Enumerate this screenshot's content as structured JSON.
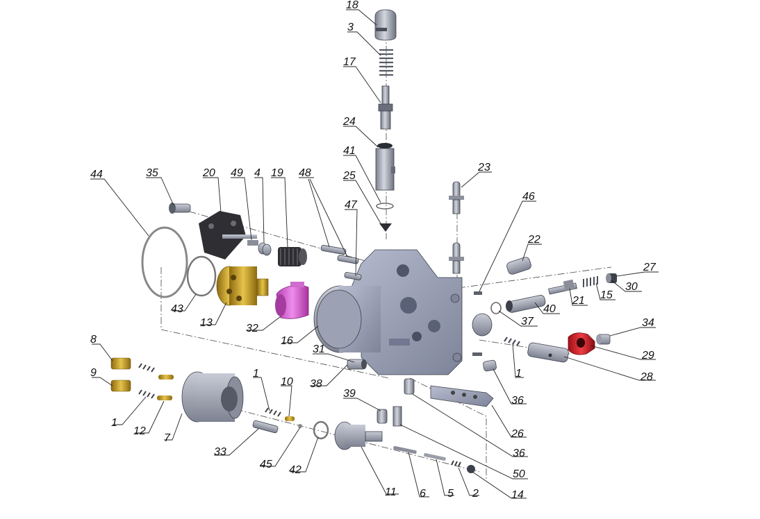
{
  "callouts": [
    {
      "id": "c18",
      "text": "18"
    },
    {
      "id": "c3",
      "text": "3"
    },
    {
      "id": "c17",
      "text": "17"
    },
    {
      "id": "c24",
      "text": "24"
    },
    {
      "id": "c41",
      "text": "41"
    },
    {
      "id": "c25",
      "text": "25"
    },
    {
      "id": "c47",
      "text": "47"
    },
    {
      "id": "c23",
      "text": "23"
    },
    {
      "id": "c46",
      "text": "46"
    },
    {
      "id": "c22",
      "text": "22"
    },
    {
      "id": "c27",
      "text": "27"
    },
    {
      "id": "c30",
      "text": "30"
    },
    {
      "id": "c15",
      "text": "15"
    },
    {
      "id": "c21",
      "text": "21"
    },
    {
      "id": "c40",
      "text": "40"
    },
    {
      "id": "c37",
      "text": "37"
    },
    {
      "id": "c34",
      "text": "34"
    },
    {
      "id": "c29",
      "text": "29"
    },
    {
      "id": "c28",
      "text": "28"
    },
    {
      "id": "c1a",
      "text": "1"
    },
    {
      "id": "c36a",
      "text": "36"
    },
    {
      "id": "c26",
      "text": "26"
    },
    {
      "id": "c36b",
      "text": "36"
    },
    {
      "id": "c50",
      "text": "50"
    },
    {
      "id": "c14",
      "text": "14"
    },
    {
      "id": "c2",
      "text": "2"
    },
    {
      "id": "c5",
      "text": "5"
    },
    {
      "id": "c6",
      "text": "6"
    },
    {
      "id": "c11",
      "text": "11"
    },
    {
      "id": "c42",
      "text": "42"
    },
    {
      "id": "c45",
      "text": "45"
    },
    {
      "id": "c33",
      "text": "33"
    },
    {
      "id": "c7",
      "text": "7"
    },
    {
      "id": "c12",
      "text": "12"
    },
    {
      "id": "c1b",
      "text": "1"
    },
    {
      "id": "c9",
      "text": "9"
    },
    {
      "id": "c8",
      "text": "8"
    },
    {
      "id": "c1c",
      "text": "1"
    },
    {
      "id": "c10",
      "text": "10"
    },
    {
      "id": "c38",
      "text": "38"
    },
    {
      "id": "c31",
      "text": "31"
    },
    {
      "id": "c39",
      "text": "39"
    },
    {
      "id": "c16",
      "text": "16"
    },
    {
      "id": "c32",
      "text": "32"
    },
    {
      "id": "c13",
      "text": "13"
    },
    {
      "id": "c43",
      "text": "43"
    },
    {
      "id": "c44",
      "text": "44"
    },
    {
      "id": "c35",
      "text": "35"
    },
    {
      "id": "c20",
      "text": "20"
    },
    {
      "id": "c49",
      "text": "49"
    },
    {
      "id": "c4",
      "text": "4"
    },
    {
      "id": "c19",
      "text": "19"
    },
    {
      "id": "c48",
      "text": "48"
    }
  ],
  "colors": {
    "steel": "#a9adb8",
    "steel_dark": "#6e7380",
    "pump_body": "#9aa0b4",
    "brass": "#c9a227",
    "magenta": "#d85ad6",
    "red": "#d0202a",
    "black_part": "#2e2e33",
    "line": "#222222"
  }
}
